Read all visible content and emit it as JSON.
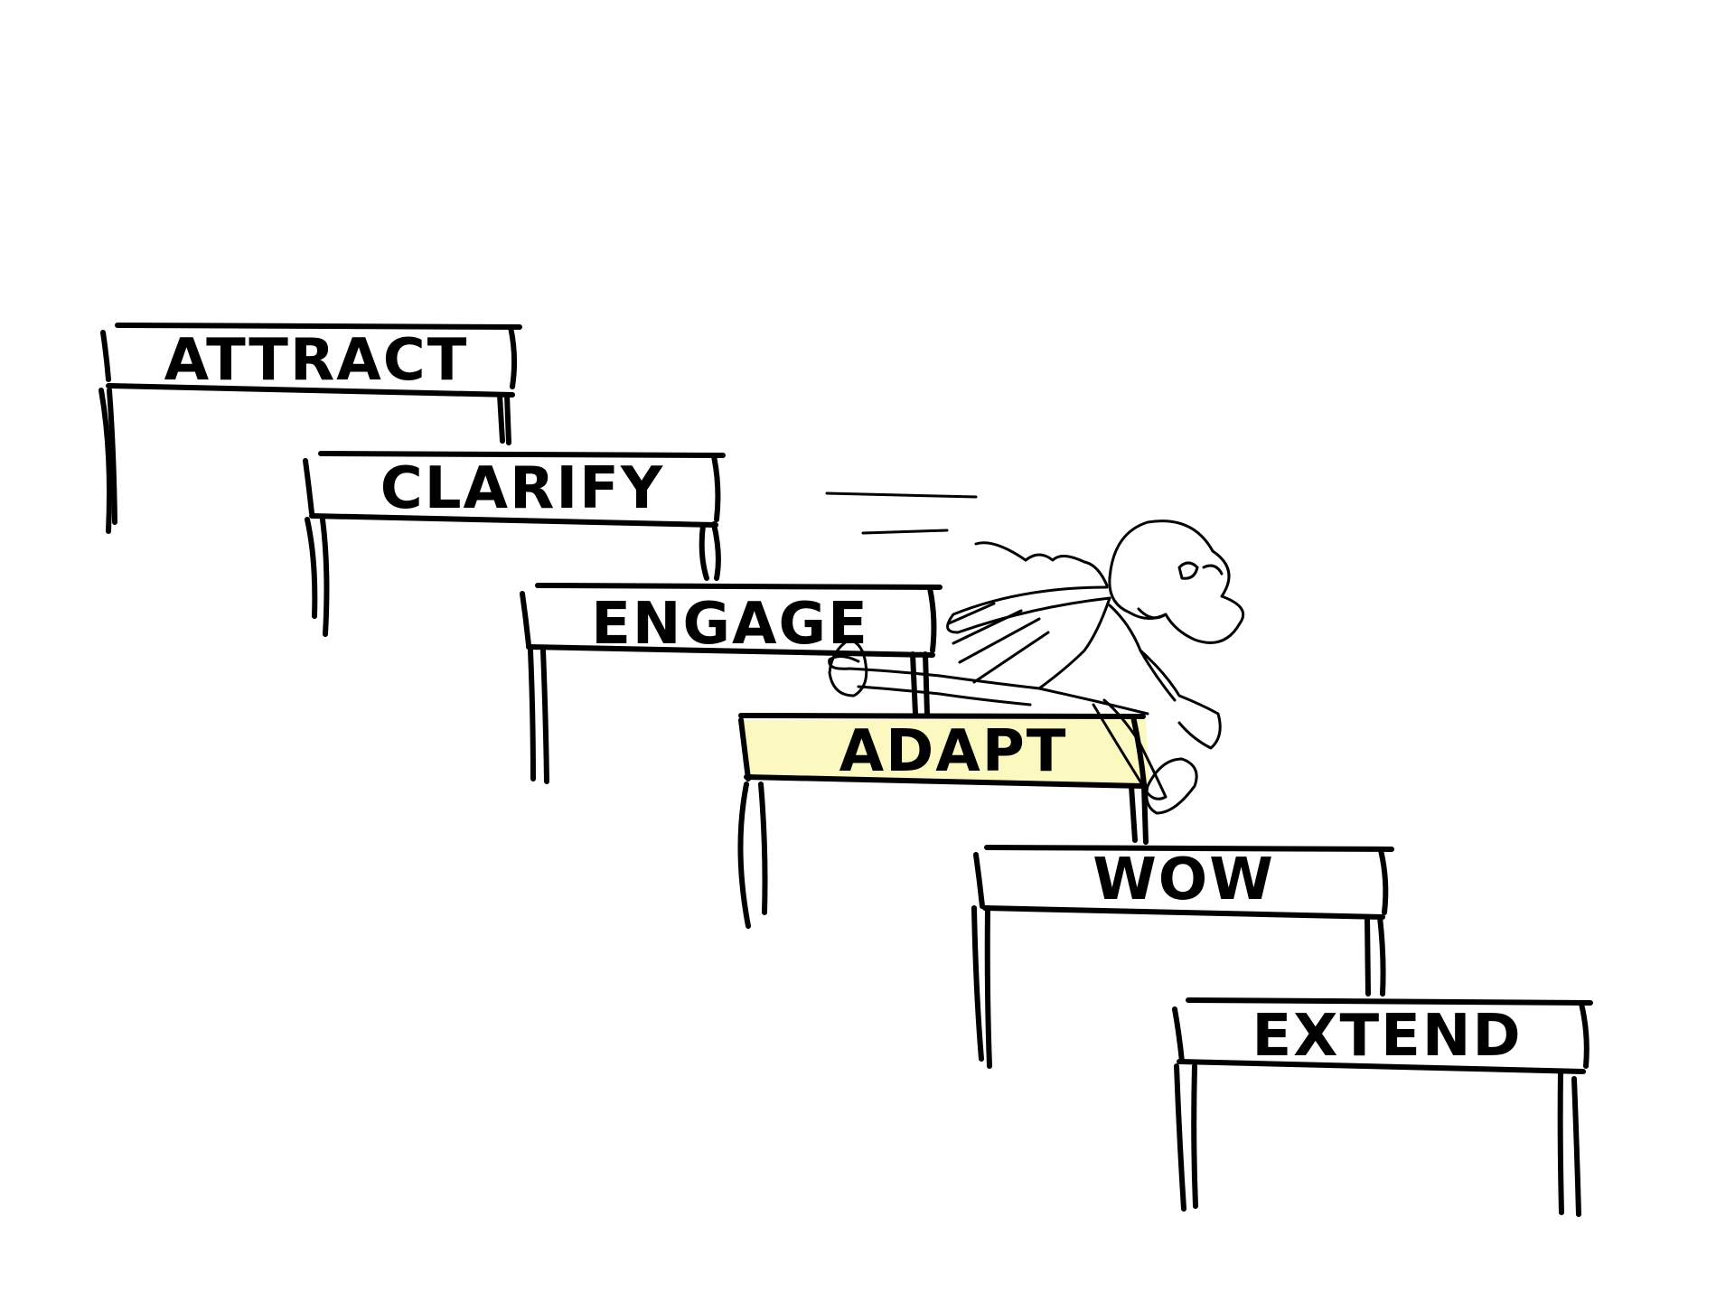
{
  "hurdles": [
    {
      "label": "ATTRACT",
      "highlighted": false
    },
    {
      "label": "CLARIFY",
      "highlighted": false
    },
    {
      "label": "ENGAGE",
      "highlighted": false
    },
    {
      "label": "ADAPT",
      "highlighted": true
    },
    {
      "label": "WOW",
      "highlighted": false
    },
    {
      "label": "EXTEND",
      "highlighted": false
    }
  ],
  "colors": {
    "ink": "#000000",
    "highlight": "#fbf8c0",
    "background": "#ffffff"
  }
}
